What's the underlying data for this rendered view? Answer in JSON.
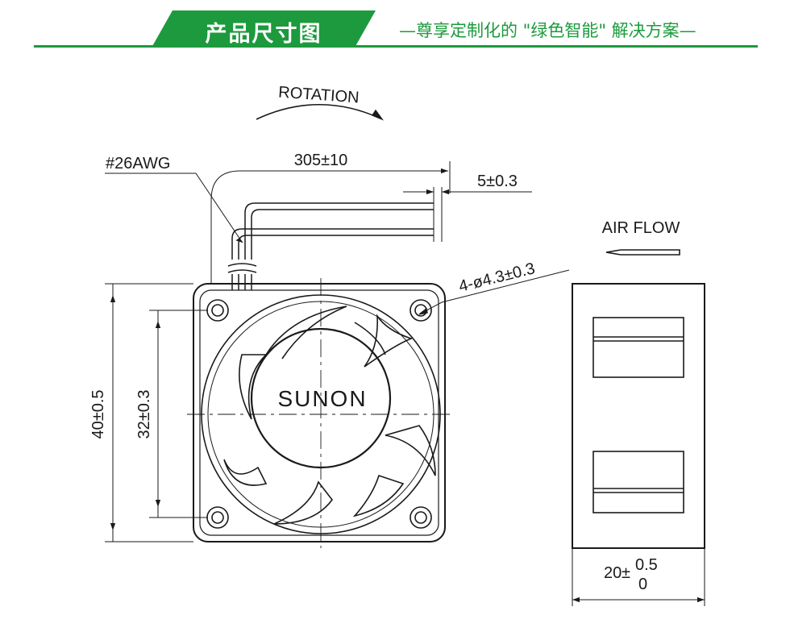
{
  "header": {
    "title": "产品尺寸图",
    "tagline": "—尊享定制化的 \"绿色智能\" 解决方案—",
    "accent_color": "#1c9a3d"
  },
  "drawing": {
    "rotation_label": "ROTATION",
    "wire_gauge_label": "#26AWG",
    "lead_length_label": "305±10",
    "strip_length_label": "5±0.3",
    "mount_hole_label": "4-ø4.3±0.3",
    "frame_size_label": "40±0.5",
    "hole_spacing_label": "32±0.3",
    "brand_label": "SUNON",
    "airflow_label": "AIR FLOW",
    "depth_label": "20",
    "depth_tol_upper": "0.5",
    "depth_tol_lower": "0",
    "line_color": "#1a1a1a"
  }
}
